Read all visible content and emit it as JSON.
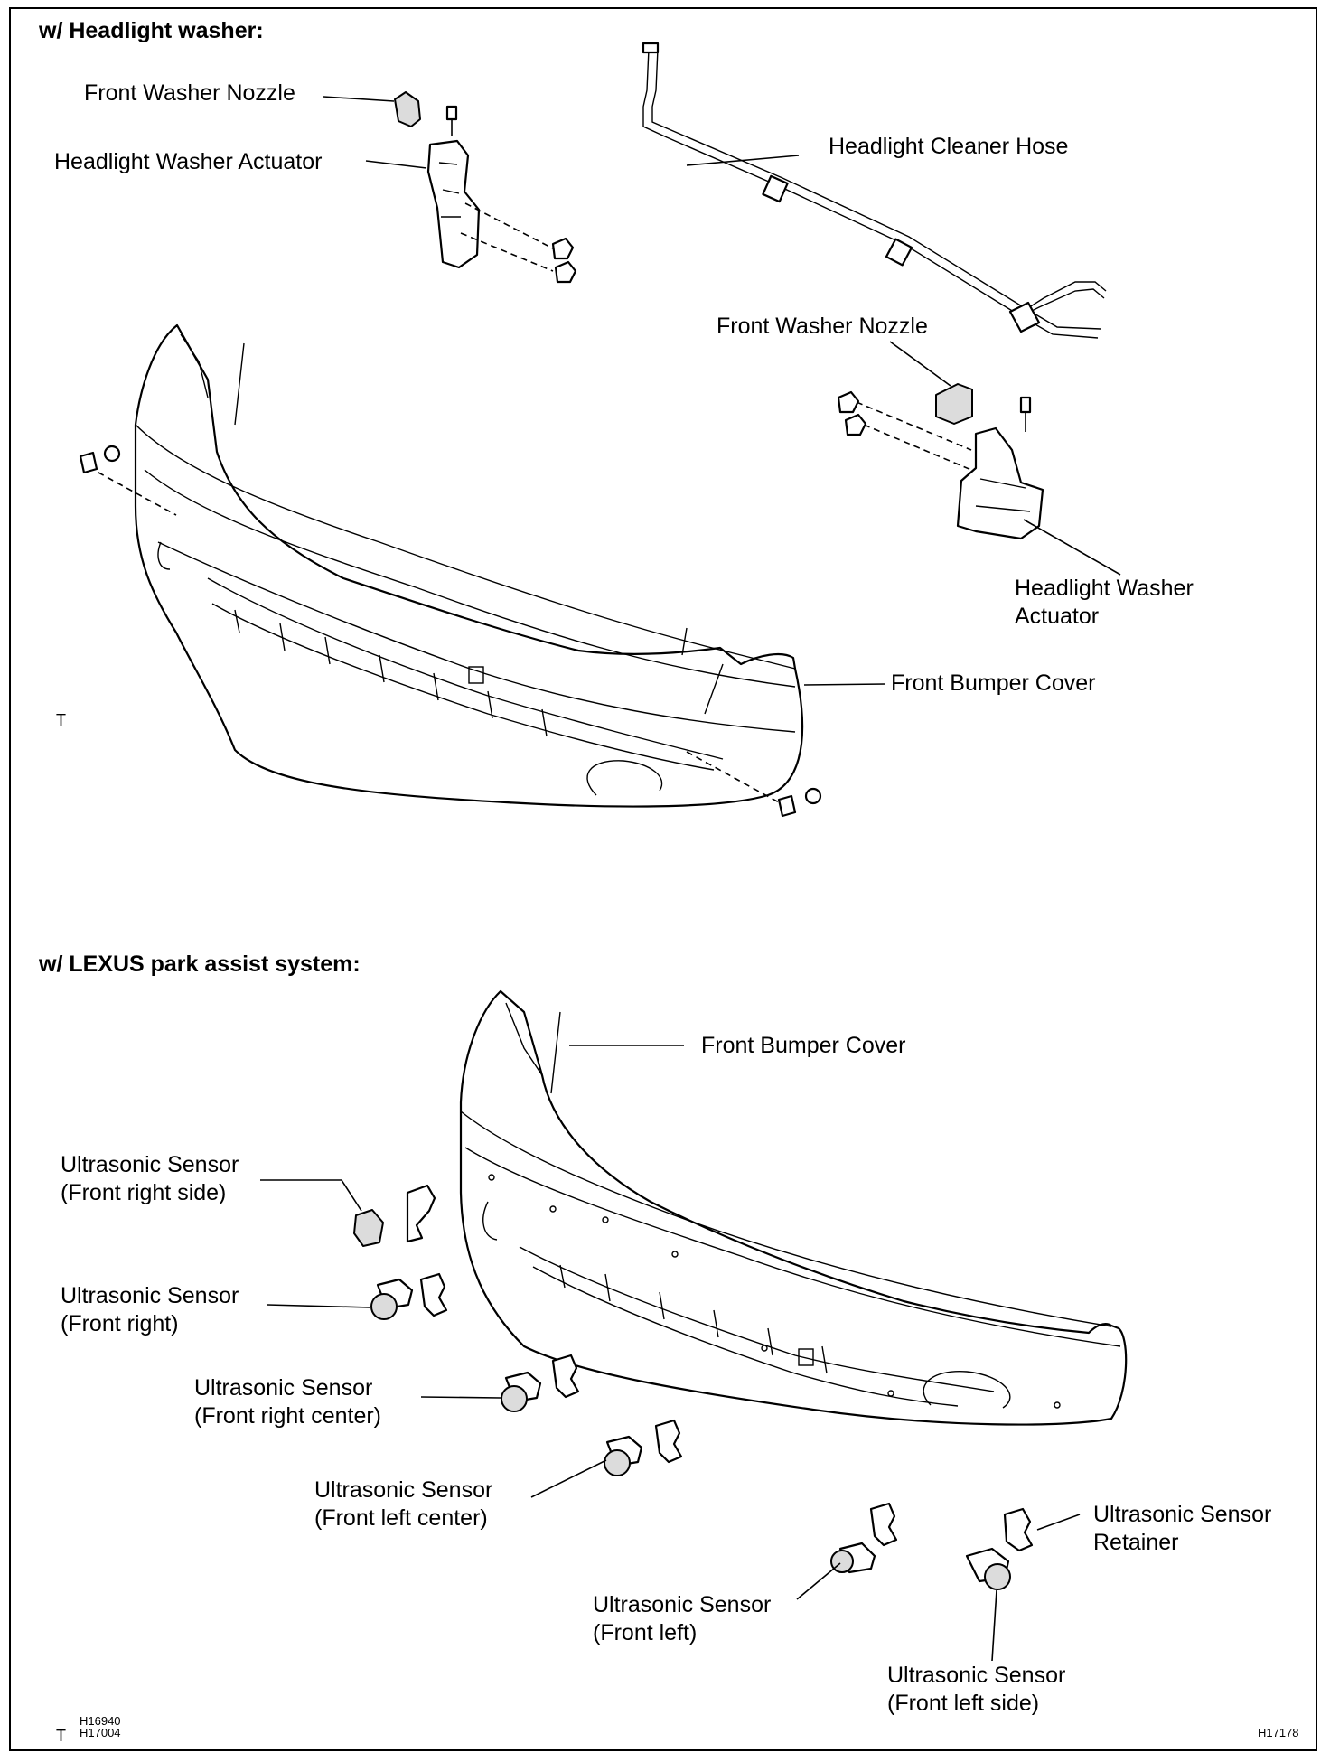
{
  "sections": {
    "top": {
      "heading": "w/ Headlight washer:",
      "labels": {
        "front_washer_nozzle_left": "Front Washer Nozzle",
        "headlight_washer_actuator_left": "Headlight Washer Actuator",
        "headlight_cleaner_hose": "Headlight Cleaner Hose",
        "front_washer_nozzle_right": "Front Washer Nozzle",
        "headlight_washer_actuator_right": [
          "Headlight Washer",
          "Actuator"
        ],
        "front_bumper_cover": "Front Bumper Cover"
      },
      "t_mark": "T"
    },
    "bottom": {
      "heading": "w/ LEXUS park assist system:",
      "labels": {
        "front_bumper_cover": "Front Bumper Cover",
        "sensor_front_right_side": [
          "Ultrasonic Sensor",
          "(Front right side)"
        ],
        "sensor_front_right": [
          "Ultrasonic Sensor",
          "(Front right)"
        ],
        "sensor_front_right_center": [
          "Ultrasonic Sensor",
          "(Front right center)"
        ],
        "sensor_front_left_center": [
          "Ultrasonic Sensor",
          "(Front left center)"
        ],
        "sensor_retainer": [
          "Ultrasonic Sensor",
          "Retainer"
        ],
        "sensor_front_left": [
          "Ultrasonic Sensor",
          "(Front left)"
        ],
        "sensor_front_left_side": [
          "Ultrasonic Sensor",
          "(Front left side)"
        ]
      },
      "t_mark": "T",
      "codes_left": [
        "H16940",
        "H17004"
      ],
      "code_right": "H17178"
    }
  }
}
